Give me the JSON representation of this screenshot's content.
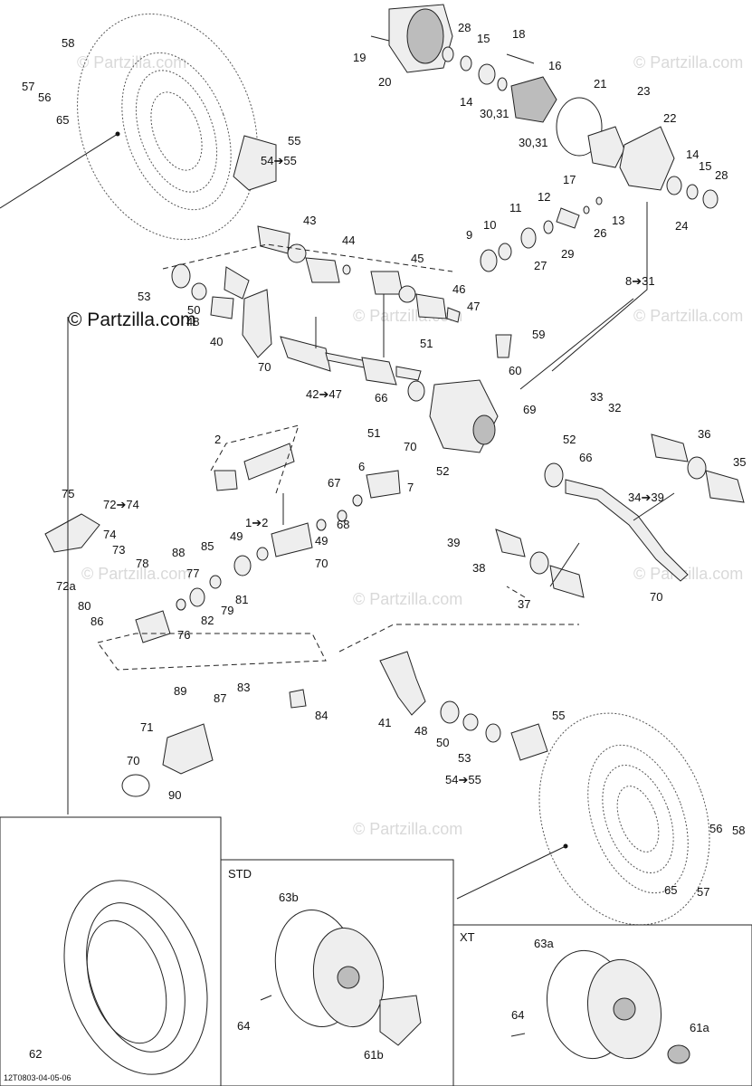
{
  "watermark": "© Partzilla.com",
  "diagram_code": "12T0803-04-05-06",
  "boxes": {
    "std": "STD",
    "xt": "XT"
  },
  "callouts": [
    "58",
    "57",
    "56",
    "65",
    "55",
    "54➔55",
    "19",
    "20",
    "28",
    "15",
    "18",
    "16",
    "14",
    "30,31",
    "21",
    "23",
    "22",
    "30,31",
    "17",
    "14",
    "15",
    "28",
    "24",
    "12",
    "11",
    "13",
    "26",
    "10",
    "9",
    "29",
    "27",
    "43",
    "44",
    "45",
    "46",
    "47",
    "53",
    "50",
    "48",
    "40",
    "8➔31",
    "70",
    "42➔47",
    "51",
    "59",
    "60",
    "66",
    "69",
    "33",
    "32",
    "51",
    "70",
    "52",
    "2",
    "66",
    "36",
    "35",
    "6",
    "67",
    "7",
    "52",
    "34➔39",
    "1➔2",
    "68",
    "49",
    "49",
    "85",
    "70",
    "75",
    "72➔74",
    "74",
    "73",
    "88",
    "72a",
    "78",
    "77",
    "80",
    "81",
    "86",
    "82",
    "79",
    "76",
    "39",
    "38",
    "37",
    "70",
    "89",
    "87",
    "83",
    "84",
    "71",
    "70",
    "90",
    "41",
    "48",
    "50",
    "53",
    "55",
    "54➔55",
    "56",
    "58",
    "65",
    "57",
    "63b",
    "64",
    "61b",
    "63a",
    "64",
    "61a",
    "62"
  ]
}
